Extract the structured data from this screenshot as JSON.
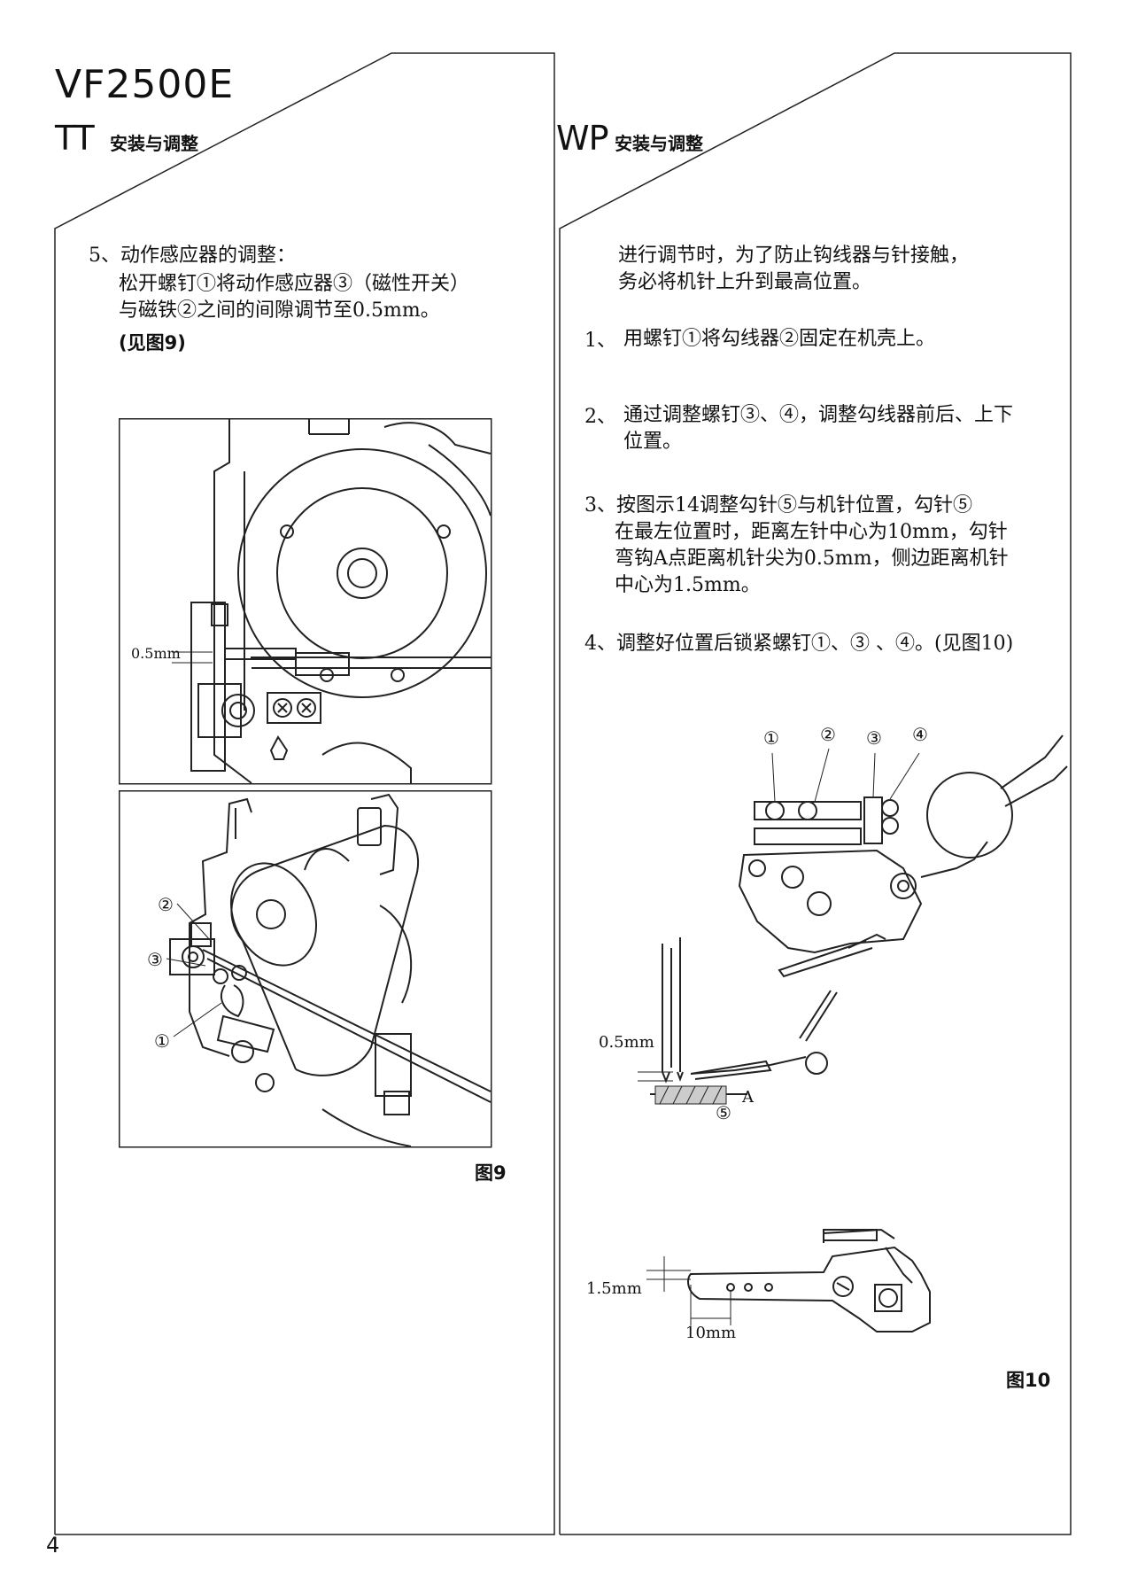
{
  "header": {
    "model": "VF2500E",
    "left_code": "TT",
    "left_sub": "安装与调整",
    "right_code": "WP",
    "right_sub": "安装与调整"
  },
  "left": {
    "step5": {
      "title": "5、动作感应器的调整：",
      "line1": "松开螺钉①将动作感应器③（磁性开关）",
      "line2": "与磁铁②之间的间隙调节至0.5mm。",
      "see": "(见图9)"
    },
    "fig_top_label": "0.5mm",
    "fig_bottom_markers": [
      "②",
      "③",
      "①"
    ],
    "caption": "图9"
  },
  "right": {
    "intro1": "进行调节时，为了防止钩线器与针接触，",
    "intro2": "务必将机针上升到最高位置。",
    "step1": {
      "num": "1、",
      "text": "用螺钉①将勾线器②固定在机壳上。"
    },
    "step2": {
      "num": "2、",
      "text": "通过调整螺钉③、④，调整勾线器前后、上下",
      "text2": "位置。"
    },
    "step3": {
      "line1": "3、按图示14调整勾针⑤与机针位置，勾针⑤",
      "line2": "在最左位置时，距离左针中心为10mm，勾针",
      "line3": "弯钩A点距离机针尖为0.5mm，侧边距离机针",
      "line4": "中心为1.5mm。"
    },
    "step4": "4、调整好位置后锁紧螺钉①、③ 、④。(见图10)",
    "fig_markers": [
      "①",
      "②",
      "③",
      "④"
    ],
    "fig_label_gap": "0.5mm",
    "fig_label_a": "A",
    "fig_label_5": "⑤",
    "fig_label_side": "1.5mm",
    "fig_label_center": "10mm",
    "caption": "图10"
  },
  "page_number": "4"
}
